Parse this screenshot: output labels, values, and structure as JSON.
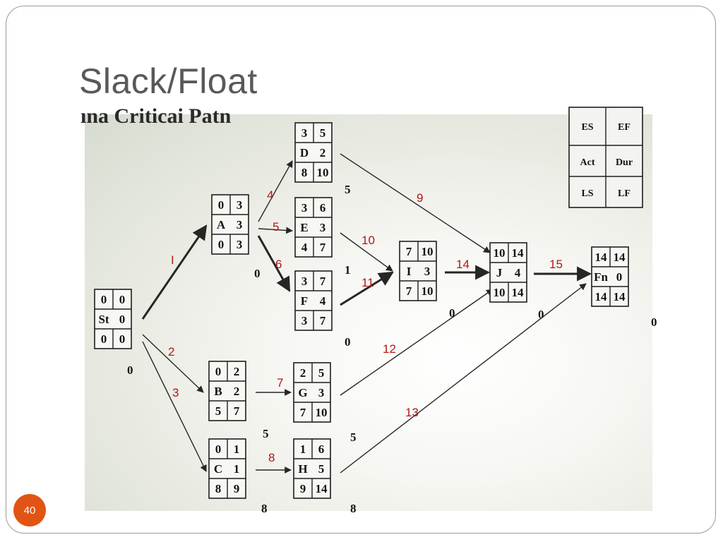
{
  "slide": {
    "title": "Slack/Float",
    "page_number": "40"
  },
  "photo_header_fragment": "ına Criticai Patn",
  "legend": {
    "es": "ES",
    "ef": "EF",
    "act": "Act",
    "dur": "Dur",
    "ls": "LS",
    "lf": "LF"
  },
  "nodes": [
    {
      "id": "St",
      "es": "0",
      "ef": "0",
      "act": "St",
      "dur": "0",
      "ls": "0",
      "lf": "0",
      "slack": "0"
    },
    {
      "id": "A",
      "es": "0",
      "ef": "3",
      "act": "A",
      "dur": "3",
      "ls": "0",
      "lf": "3",
      "slack": "0"
    },
    {
      "id": "D",
      "es": "3",
      "ef": "5",
      "act": "D",
      "dur": "2",
      "ls": "8",
      "lf": "10",
      "slack": "5"
    },
    {
      "id": "E",
      "es": "3",
      "ef": "6",
      "act": "E",
      "dur": "3",
      "ls": "4",
      "lf": "7",
      "slack": "1"
    },
    {
      "id": "F",
      "es": "3",
      "ef": "7",
      "act": "F",
      "dur": "4",
      "ls": "3",
      "lf": "7",
      "slack": "0"
    },
    {
      "id": "I",
      "es": "7",
      "ef": "10",
      "act": "I",
      "dur": "3",
      "ls": "7",
      "lf": "10",
      "slack": "0"
    },
    {
      "id": "J",
      "es": "10",
      "ef": "14",
      "act": "J",
      "dur": "4",
      "ls": "10",
      "lf": "14",
      "slack": "0"
    },
    {
      "id": "Fn",
      "es": "14",
      "ef": "14",
      "act": "Fn",
      "dur": "0",
      "ls": "14",
      "lf": "14",
      "slack": "0"
    },
    {
      "id": "B",
      "es": "0",
      "ef": "2",
      "act": "B",
      "dur": "2",
      "ls": "5",
      "lf": "7",
      "slack": "5"
    },
    {
      "id": "G",
      "es": "2",
      "ef": "5",
      "act": "G",
      "dur": "3",
      "ls": "7",
      "lf": "10",
      "slack": "5"
    },
    {
      "id": "C",
      "es": "0",
      "ef": "1",
      "act": "C",
      "dur": "1",
      "ls": "8",
      "lf": "9",
      "slack": "8"
    },
    {
      "id": "H",
      "es": "1",
      "ef": "6",
      "act": "H",
      "dur": "5",
      "ls": "9",
      "lf": "14",
      "slack": "8"
    }
  ],
  "edges": [
    {
      "from": "St",
      "to": "A",
      "label": "I",
      "critical": true
    },
    {
      "from": "A",
      "to": "D",
      "label": "4",
      "critical": false
    },
    {
      "from": "A",
      "to": "E",
      "label": "5",
      "critical": false
    },
    {
      "from": "A",
      "to": "F",
      "label": "6",
      "critical": true
    },
    {
      "from": "D",
      "to": "J",
      "label": "9",
      "critical": false
    },
    {
      "from": "E",
      "to": "I",
      "label": "10",
      "critical": false
    },
    {
      "from": "F",
      "to": "I",
      "label": "11",
      "critical": true
    },
    {
      "from": "I",
      "to": "J",
      "label": "14",
      "critical": true
    },
    {
      "from": "J",
      "to": "Fn",
      "label": "15",
      "critical": true
    },
    {
      "from": "St",
      "to": "B",
      "label": "2",
      "critical": false
    },
    {
      "from": "St",
      "to": "C",
      "label": "3",
      "critical": false
    },
    {
      "from": "B",
      "to": "G",
      "label": "7",
      "critical": false
    },
    {
      "from": "C",
      "to": "H",
      "label": "8",
      "critical": false
    },
    {
      "from": "G",
      "to": "J",
      "label": "12",
      "critical": false
    },
    {
      "from": "H",
      "to": "Fn",
      "label": "13",
      "critical": false
    }
  ],
  "colors": {
    "title": "#595959",
    "edge_label": "#b01818",
    "badge": "#e25414",
    "ink": "#141414"
  }
}
